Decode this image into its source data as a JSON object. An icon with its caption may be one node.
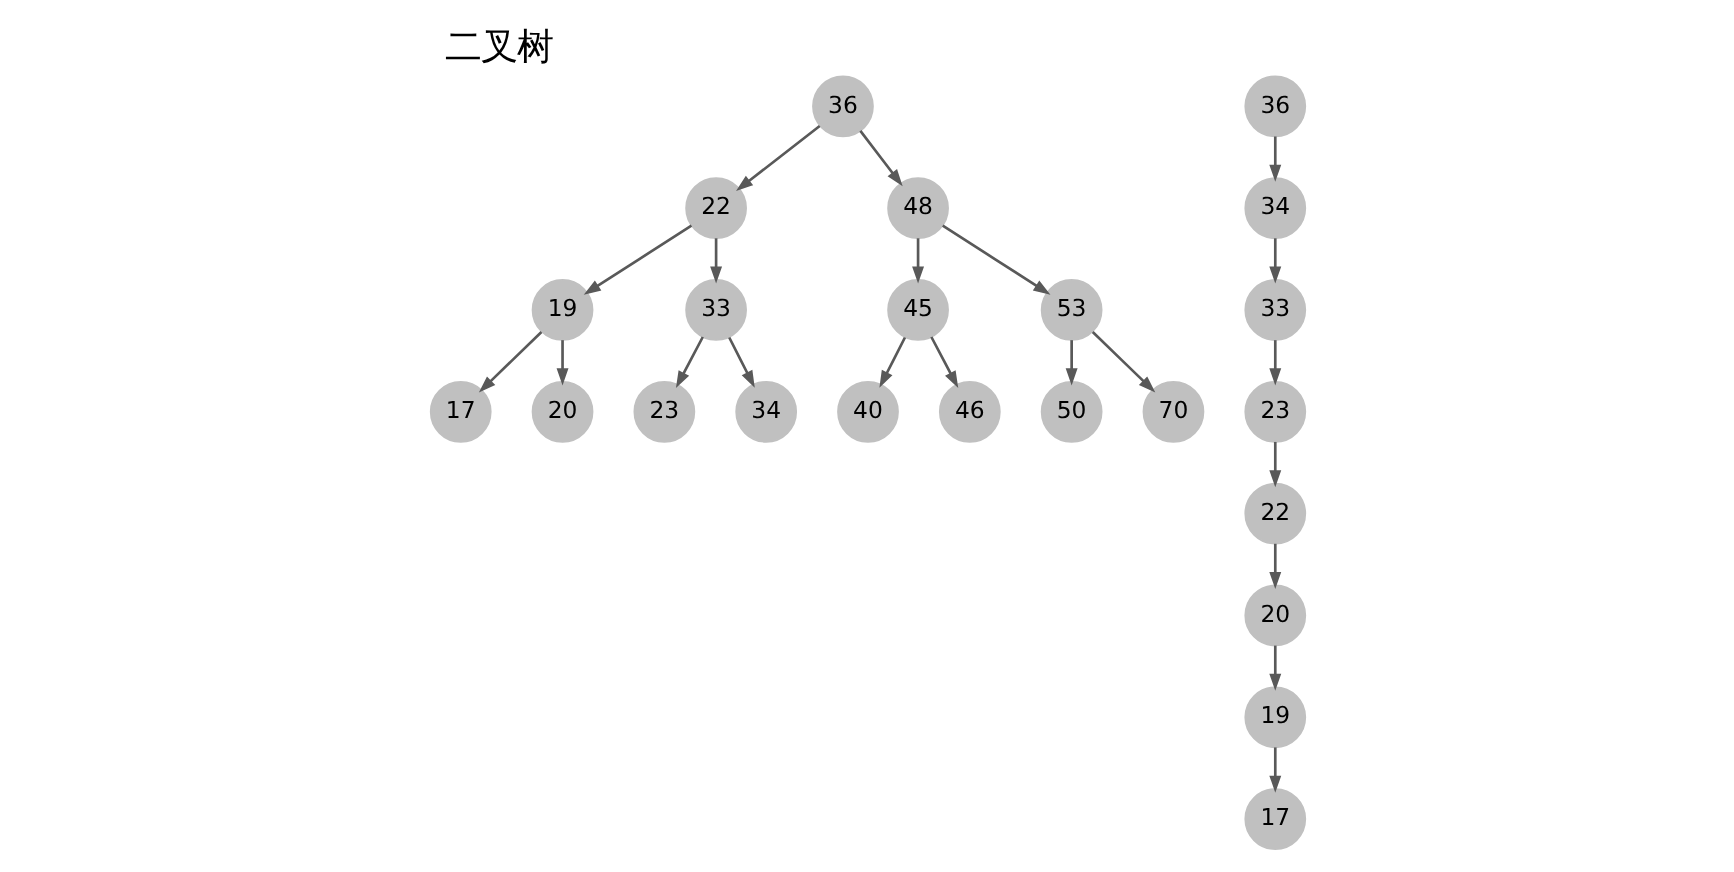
{
  "diagram": {
    "title": "二叉树",
    "nodes": [
      {
        "text": [
          "36"
        ]
      },
      {
        "text": [
          "22"
        ]
      },
      {
        "text": [
          "48"
        ]
      },
      {
        "text": [
          "19"
        ]
      },
      {
        "text": [
          "33"
        ]
      },
      {
        "text": [
          "45"
        ]
      },
      {
        "text": [
          "53"
        ]
      },
      {
        "text": [
          "17"
        ]
      },
      {
        "text": [
          "20"
        ]
      },
      {
        "text": [
          "23"
        ]
      },
      {
        "text": [
          "34"
        ]
      },
      {
        "text": [
          "40"
        ]
      },
      {
        "text": [
          "46"
        ]
      },
      {
        "text": [
          "50"
        ]
      },
      {
        "text": [
          "70"
        ]
      },
      {
        "text": [
          "36"
        ]
      },
      {
        "text": [
          "34"
        ]
      },
      {
        "text": [
          "33"
        ]
      },
      {
        "text": [
          "23"
        ]
      },
      {
        "text": [
          "22"
        ]
      },
      {
        "text": [
          "20"
        ]
      },
      {
        "text": [
          "19"
        ]
      },
      {
        "text": [
          "17"
        ]
      }
    ],
    "edges": [
      {
        "from": 0,
        "to": 1,
        "arrow": "to"
      },
      {
        "from": 0,
        "to": 2,
        "arrow": "to"
      },
      {
        "from": 1,
        "to": 3,
        "arrow": "to"
      },
      {
        "from": 1,
        "to": 4,
        "arrow": "to"
      },
      {
        "from": 2,
        "to": 5,
        "arrow": "to"
      },
      {
        "from": 2,
        "to": 6,
        "arrow": "to"
      },
      {
        "from": 3,
        "to": 7,
        "arrow": "to"
      },
      {
        "from": 3,
        "to": 8,
        "arrow": "to"
      },
      {
        "from": 4,
        "to": 9,
        "arrow": "to"
      },
      {
        "from": 4,
        "to": 10,
        "arrow": "to"
      },
      {
        "from": 5,
        "to": 11,
        "arrow": "to"
      },
      {
        "from": 5,
        "to": 12,
        "arrow": "to"
      },
      {
        "from": 6,
        "to": 13,
        "arrow": "to"
      },
      {
        "from": 6,
        "to": 14,
        "arrow": "to"
      },
      {
        "from": 15,
        "to": 16,
        "arrow": "to"
      },
      {
        "from": 16,
        "to": 17,
        "arrow": "to"
      },
      {
        "from": 17,
        "to": 18,
        "arrow": "to"
      },
      {
        "from": 18,
        "to": 19,
        "arrow": "to"
      },
      {
        "from": 19,
        "to": 20,
        "arrow": "to"
      },
      {
        "from": 20,
        "to": 21,
        "arrow": "to"
      },
      {
        "from": 21,
        "to": 22,
        "arrow": "to"
      }
    ]
  }
}
